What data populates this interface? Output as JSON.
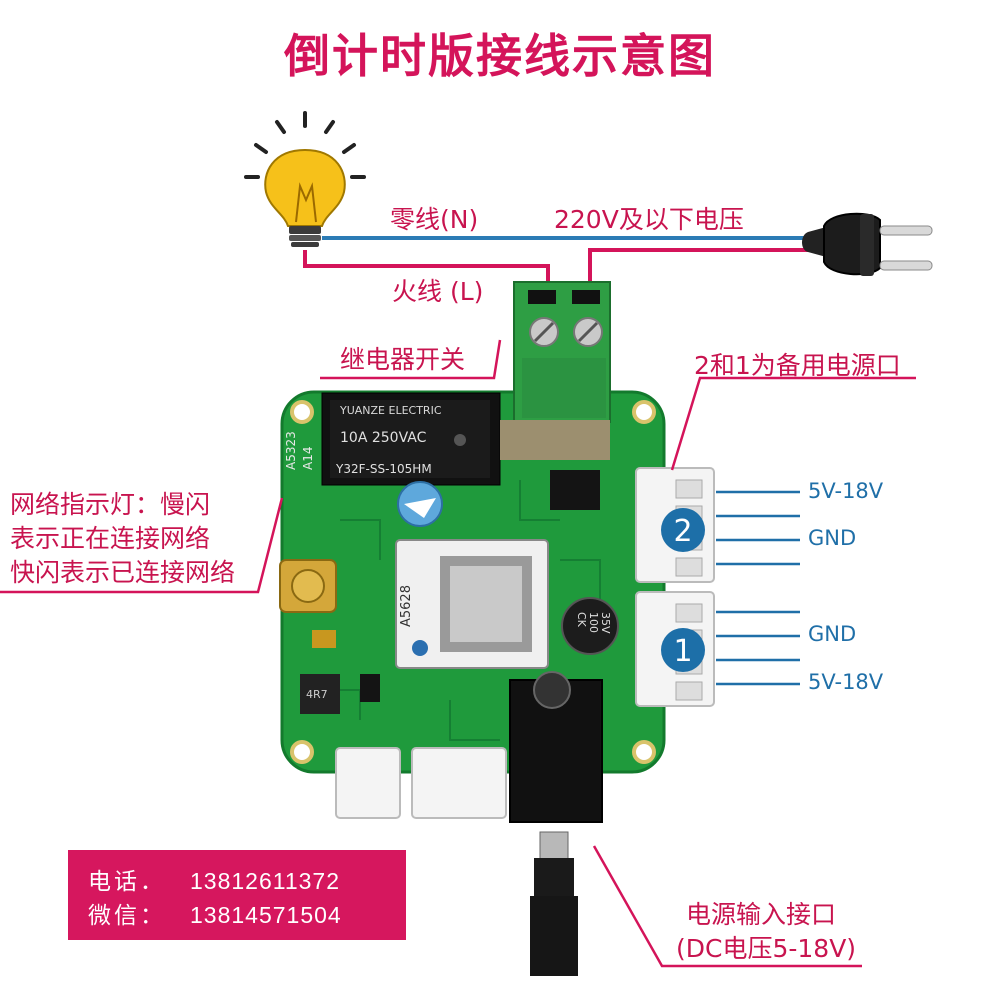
{
  "title": "倒计时版接线示意图",
  "wiring": {
    "neutral_label": "零线(N)",
    "voltage_label": "220V及以下电压",
    "live_label": "火线 (L)",
    "relay_label": "继电器开关",
    "backup_power_label": "2和1为备用电源口",
    "network_led_lines": [
      "网络指示灯：慢闪",
      "表示正在连接网络",
      "快闪表示已连接网络"
    ],
    "power_input_lines": [
      "电源输入接口",
      "(DC电压5-18V)"
    ]
  },
  "connectors": {
    "port2": {
      "badge": "2",
      "pin1": "5V-18V",
      "pin2": "GND"
    },
    "port1": {
      "badge": "1",
      "pin1": "GND",
      "pin2": "5V-18V"
    }
  },
  "board": {
    "relay_brand": "YUANZE ELECTRIC",
    "relay_rating": "10A 250VAC",
    "relay_model": "Y32F-SS-105HM",
    "module_name": "A5628",
    "silk_name": "A5323",
    "silk_ver": "A14",
    "cap_text": [
      "CK",
      "100",
      "35V"
    ],
    "inductor": "4R7"
  },
  "contact": {
    "phone_label": "电话．",
    "phone": "13812611372",
    "wechat_label": "微信：",
    "wechat": "13814571504"
  },
  "colors": {
    "title": "#d4145a",
    "label": "#c8144f",
    "wire_neutral": "#2b7bb5",
    "wire_live": "#d4145a",
    "pcb": "#1f9a3c",
    "badge": "#1d6fa8"
  }
}
